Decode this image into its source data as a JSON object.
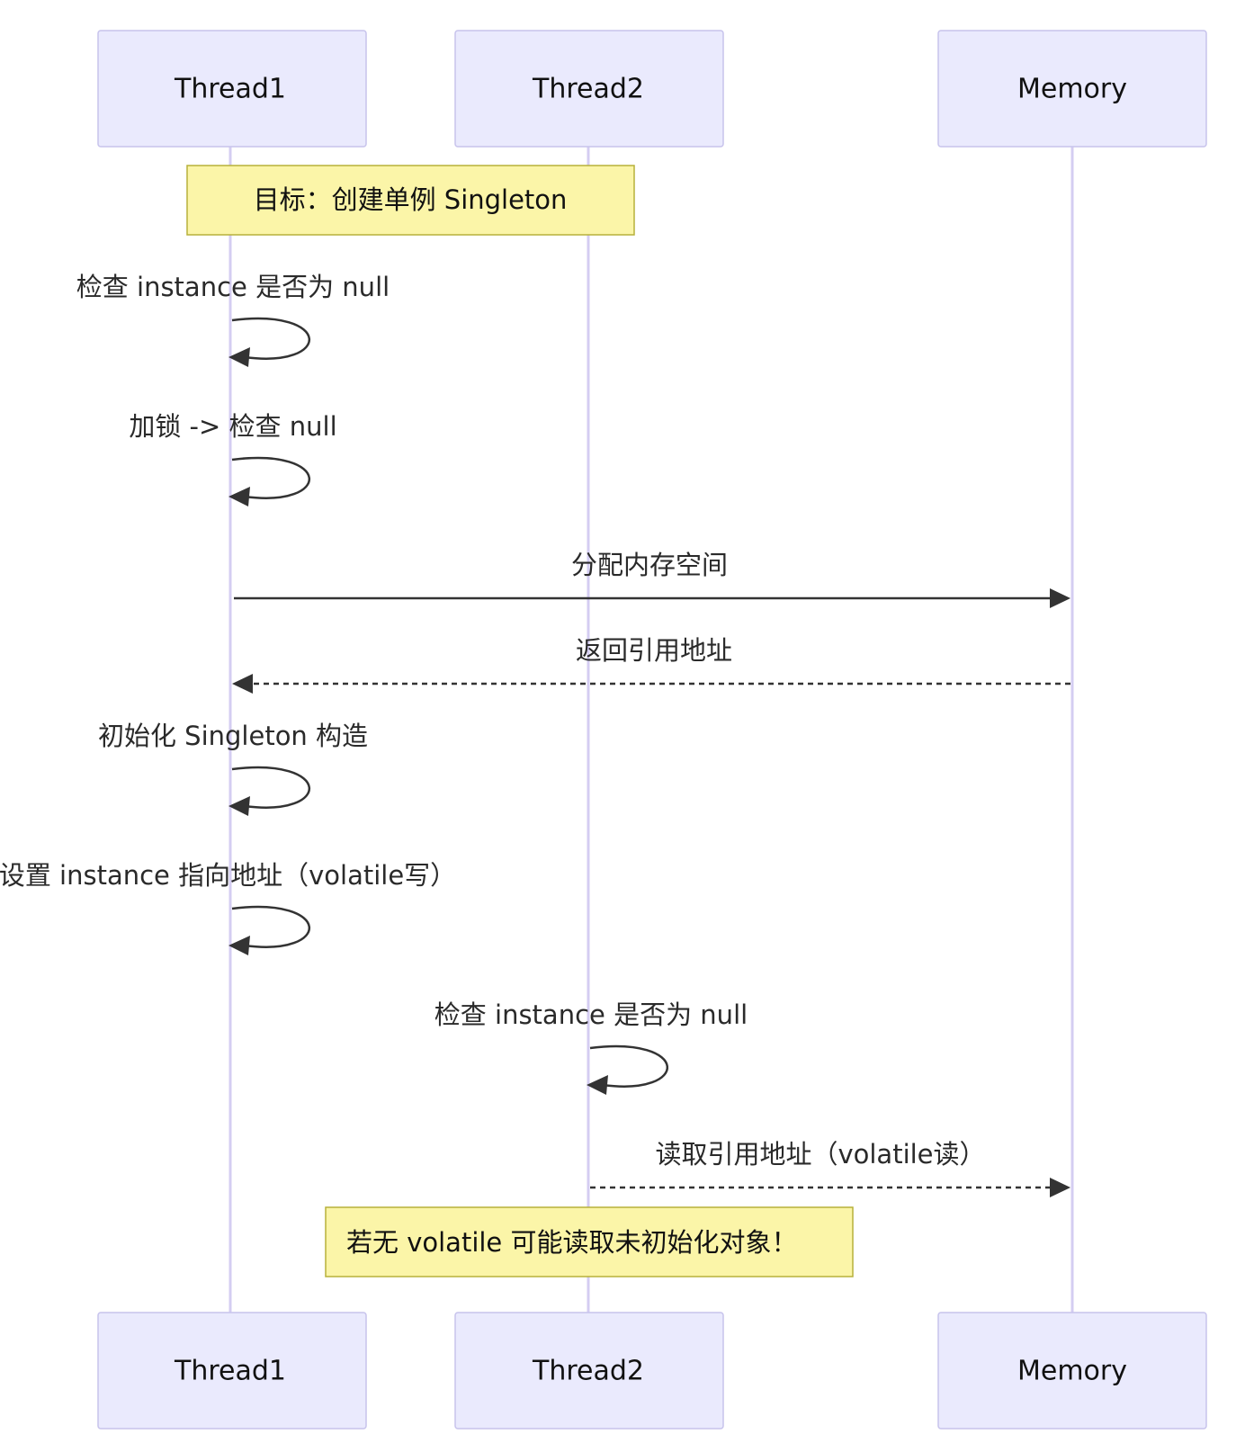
{
  "participants": {
    "thread1": "Thread1",
    "thread2": "Thread2",
    "memory": "Memory"
  },
  "notes": {
    "goal": "目标：创建单例 Singleton",
    "warning": "若无 volatile 可能读取未初始化对象！"
  },
  "messages": {
    "check_null_t1": "检查 instance 是否为 null",
    "lock_check": "加锁 -> 检查 null",
    "allocate": "分配内存空间",
    "return_ref": "返回引用地址",
    "init_ctor": "初始化 Singleton 构造",
    "set_instance": "设置 instance 指向地址（volatile写）",
    "check_null_t2": "检查 instance 是否为 null",
    "read_ref": "读取引用地址（volatile读）"
  }
}
